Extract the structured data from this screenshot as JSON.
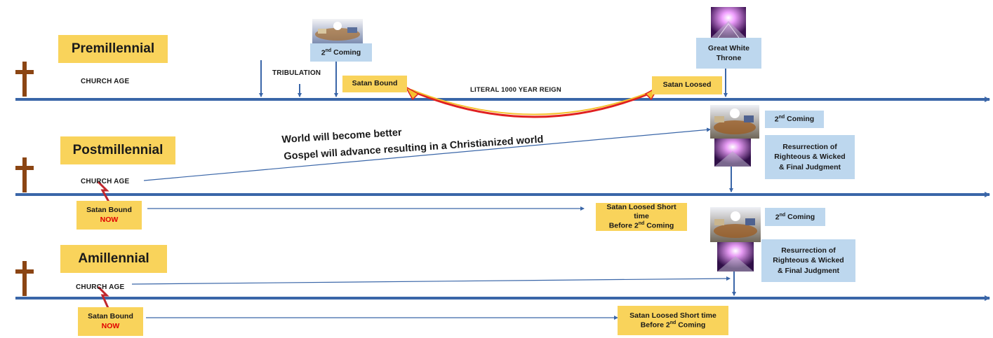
{
  "premillennial": {
    "title": "Premillennial",
    "church_age": "CHURCH AGE",
    "tribulation": "TRIBULATION",
    "second_coming": "Coming",
    "second_coming_ord": "2nd",
    "satan_bound": "Satan Bound",
    "literal_reign": "LITERAL 1000 YEAR REIGN",
    "satan_loosed": "Satan Loosed",
    "great_white_throne_1": "Great White",
    "great_white_throne_2": "Throne"
  },
  "postmillennial": {
    "title": "Postmillennial",
    "slogan_line1": "World will become better",
    "slogan_line2": "Gospel will advance resulting in a Christianized world",
    "church_age": "CHURCH AGE",
    "satan_bound": "Satan Bound",
    "now": "NOW",
    "satan_loosed_line1": "Satan Loosed Short time",
    "satan_loosed_line2_pre": "Before 2",
    "satan_loosed_line2_sup": "nd",
    "satan_loosed_line2_post": "Coming",
    "second_coming": "Coming",
    "second_coming_ord": "2nd",
    "resurrection_1": "Resurrection of",
    "resurrection_2": "Righteous & Wicked",
    "resurrection_3": "& Final Judgment"
  },
  "amillennial": {
    "title": "Amillennial",
    "church_age": "CHURCH AGE",
    "satan_bound": "Satan Bound",
    "now": "NOW",
    "satan_loosed_line1": "Satan Loosed Short time",
    "satan_loosed_line2_pre": "Before 2",
    "satan_loosed_line2_sup": "nd",
    "satan_loosed_line2_post": "Coming",
    "second_coming": "Coming",
    "second_coming_ord": "2nd",
    "resurrection_1": "Resurrection of",
    "resurrection_2": "Righteous & Wicked",
    "resurrection_3": "& Final Judgment"
  },
  "icons": {
    "cross": "cross-icon",
    "second_coming_image": "second-coming-image",
    "throne_image": "throne-light-image"
  },
  "colors": {
    "timeline": "#3a66a8",
    "yellow_box": "#f9d35b",
    "blue_box": "#bdd7ee",
    "cross": "#8b4513",
    "accent_red": "#e00000",
    "arc_red": "#e02020"
  }
}
